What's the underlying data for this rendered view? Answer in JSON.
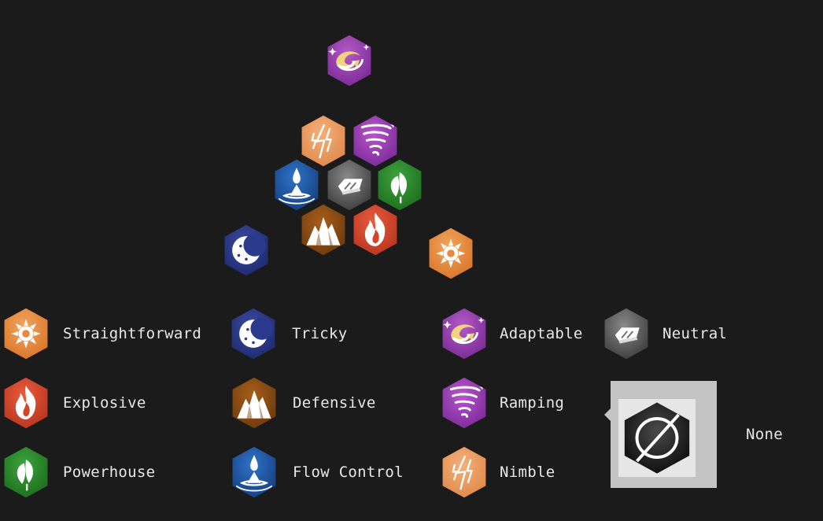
{
  "diagram": {
    "top": "adaptable",
    "cluster": [
      "nimble",
      "ramping",
      "flow_control",
      "neutral",
      "powerhouse",
      "defensive",
      "explosive"
    ],
    "left": "tricky",
    "right": "straightforward"
  },
  "legend": [
    {
      "key": "straightforward",
      "label": "Straightforward",
      "icon": "sun-icon",
      "color": "#e8893b"
    },
    {
      "key": "tricky",
      "label": "Tricky",
      "icon": "moon-icon",
      "color": "#2b3a8c"
    },
    {
      "key": "adaptable",
      "label": "Adaptable",
      "icon": "swirl-icon",
      "color": "#8f3fa8"
    },
    {
      "key": "neutral",
      "label": "Neutral",
      "icon": "ingot-icon",
      "color": "#6a6a6a"
    },
    {
      "key": "explosive",
      "label": "Explosive",
      "icon": "flame-icon",
      "color": "#d2452a"
    },
    {
      "key": "defensive",
      "label": "Defensive",
      "icon": "mountain-icon",
      "color": "#8a4a12"
    },
    {
      "key": "ramping",
      "label": "Ramping",
      "icon": "tornado-icon",
      "color": "#9b3bb3"
    },
    {
      "key": "powerhouse",
      "label": "Powerhouse",
      "icon": "leaf-icon",
      "color": "#2e8b2e"
    },
    {
      "key": "flow_control",
      "label": "Flow Control",
      "icon": "droplet-icon",
      "color": "#1f5aa8"
    },
    {
      "key": "nimble",
      "label": "Nimble",
      "icon": "lightning-icon",
      "color": "#f0a060"
    }
  ],
  "none": {
    "label": "None",
    "icon": "null-set-icon"
  }
}
